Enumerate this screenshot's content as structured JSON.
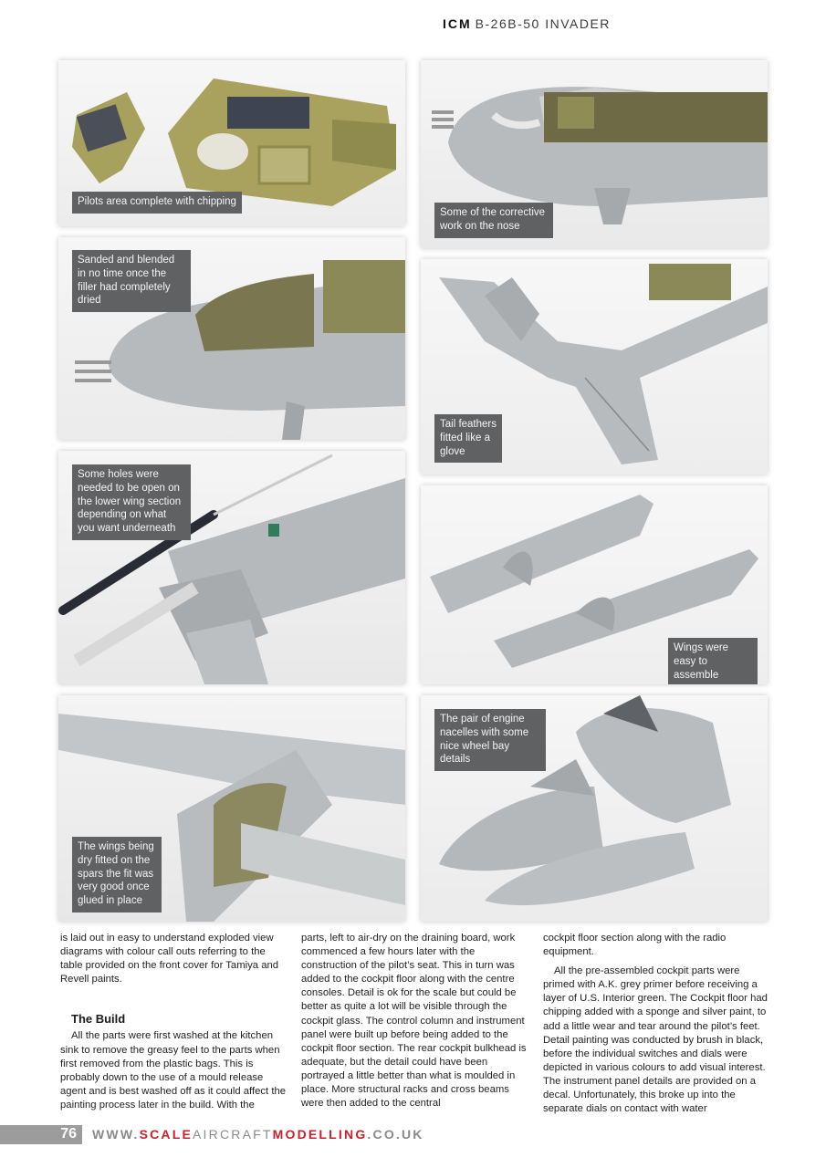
{
  "header": {
    "brand": "ICM",
    "title": "B-26B-50 INVADER"
  },
  "photos": [
    {
      "id": "pilots-area",
      "caption": "Pilots area complete with chipping"
    },
    {
      "id": "nose-corrective",
      "caption": "Some of the corrective work on the nose"
    },
    {
      "id": "sanded-blended",
      "caption": "Sanded and blended in no time once the filler had completely dried"
    },
    {
      "id": "tail-feathers",
      "caption": "Tail feathers fitted like a glove"
    },
    {
      "id": "lower-wing-holes",
      "caption": "Some holes were needed to be open on the lower wing section depending on what you want underneath"
    },
    {
      "id": "wings-assemble",
      "caption": "Wings were easy to assemble"
    },
    {
      "id": "wings-dry-fitted",
      "caption": "The wings being dry fitted on the spars the fit was very good once glued in place"
    },
    {
      "id": "engine-nacelles",
      "caption": "The pair of engine nacelles with some nice wheel bay details"
    }
  ],
  "article": {
    "col1_intro": "is laid out in easy to understand exploded view diagrams with colour call outs referring to the table provided on the front cover for Tamiya and Revell paints.",
    "heading": "The Build",
    "col1_para": "All the parts were first washed at the kitchen sink to remove the greasy feel to the parts when first removed from the plastic bags. This is probably down to the use of a mould release agent and is best washed off as it could affect the painting process later in the build. With the",
    "col2_para": "parts, left to air-dry on the draining board, work commenced a few hours later with the construction of the pilot’s seat. This in turn was added to the cockpit floor along with the centre consoles. Detail is ok for the scale but could be better as quite a lot will be visible through the cockpit glass. The control column and instrument panel were built up before being added to the cockpit floor section. The rear cockpit bulkhead is adequate, but the detail could have been portrayed a little better than what is moulded in place. More structural racks and cross beams were then added to the central",
    "col3_intro": "cockpit floor section along with the radio equipment.",
    "col3_para": "All the pre-assembled cockpit parts were primed with A.K. grey primer before receiving a layer of U.S. Interior green. The Cockpit floor had chipping added with a sponge and silver paint, to add a little wear and tear around the pilot’s feet. Detail painting was conducted by brush in black, before the individual switches and dials were depicted in various colours to add visual interest. The instrument panel details are provided on a decal. Unfortunately, this broke up into the separate dials on contact with water"
  },
  "footer": {
    "page_number": "76",
    "url_prefix": "WWW.",
    "url_scale": "SCALE",
    "url_aircraft": "AIRCRAFT",
    "url_modelling": "MODELLING",
    "url_suffix": ".CO.UK"
  },
  "colors": {
    "caption_bg": "#5f6162",
    "url_red": "#c8202c",
    "page_bar": "#9c9c9c",
    "interior_green": "#9d9a5a",
    "primer_grey": "#b9bcbd"
  }
}
